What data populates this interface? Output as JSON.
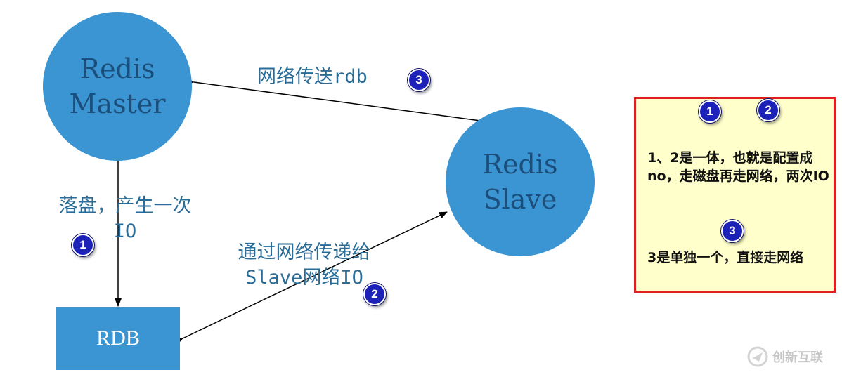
{
  "nodes": {
    "master": "Redis\nMaster",
    "slave": "Redis\nSlave",
    "rdb": "RDB"
  },
  "edges": {
    "master_slave": "网络传送rdb",
    "master_rdb": "落盘，产生一次IO",
    "rdb_slave": "通过网络传递给Slave网络IO"
  },
  "badges": {
    "one": "1",
    "two": "2",
    "three": "3"
  },
  "note": {
    "text_12": "1、2是一体，也就是配置成no，走磁盘再走网络，两次IO",
    "text_3": "3是单独一个，直接走网络"
  },
  "watermark": {
    "text": "创新互联"
  },
  "colors": {
    "node_fill": "#3a95d2",
    "label_text": "#2a6c98",
    "badge": "#1c22b8",
    "note_fill": "#ffffcc",
    "note_border": "#e02020"
  }
}
